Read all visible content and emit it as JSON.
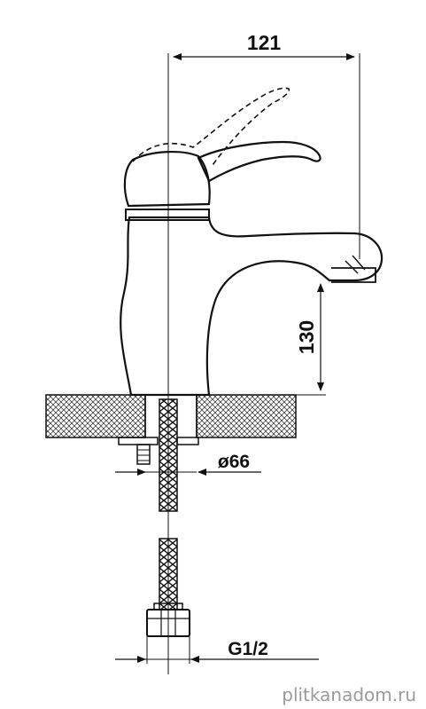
{
  "dimensions": {
    "width": "121",
    "height": "130",
    "hole_diameter": "ø66",
    "thread": "G1/2"
  },
  "watermark": "plitkanadom.ru",
  "colors": {
    "line": "#111111",
    "background": "#ffffff",
    "watermark": "#9a9a9a"
  }
}
